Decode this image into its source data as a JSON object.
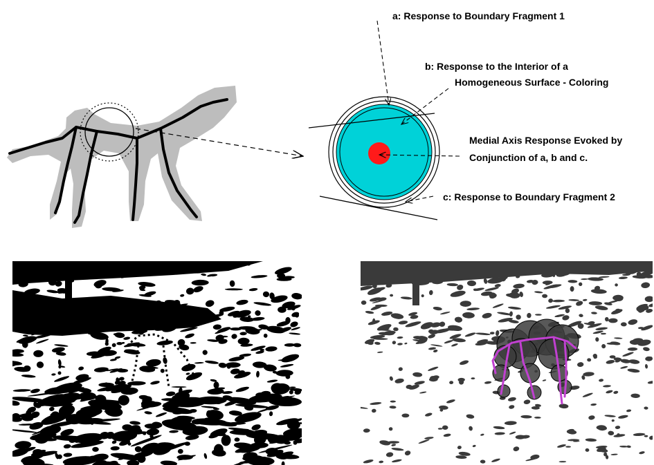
{
  "labels": {
    "a": "a:  Response to Boundary Fragment 1",
    "b_line1": "b:  Response to the Interior of a",
    "b_line2": "Homogeneous Surface - Coloring",
    "medial_line1": "Medial Axis Response Evoked by",
    "medial_line2": "Conjunction of a, b and c.",
    "c": "c: Response to Boundary Fragment  2"
  },
  "colors": {
    "silhouette": "#bdbdbd",
    "skeleton": "#000000",
    "interior_fill": "#00d2d8",
    "medial_point": "#ff1a1a",
    "dog_body": "#3c3c3c",
    "skeleton_overlay": "#c040d0",
    "texture_dark": "#000000",
    "texture_gray": "#3a3a3a"
  }
}
